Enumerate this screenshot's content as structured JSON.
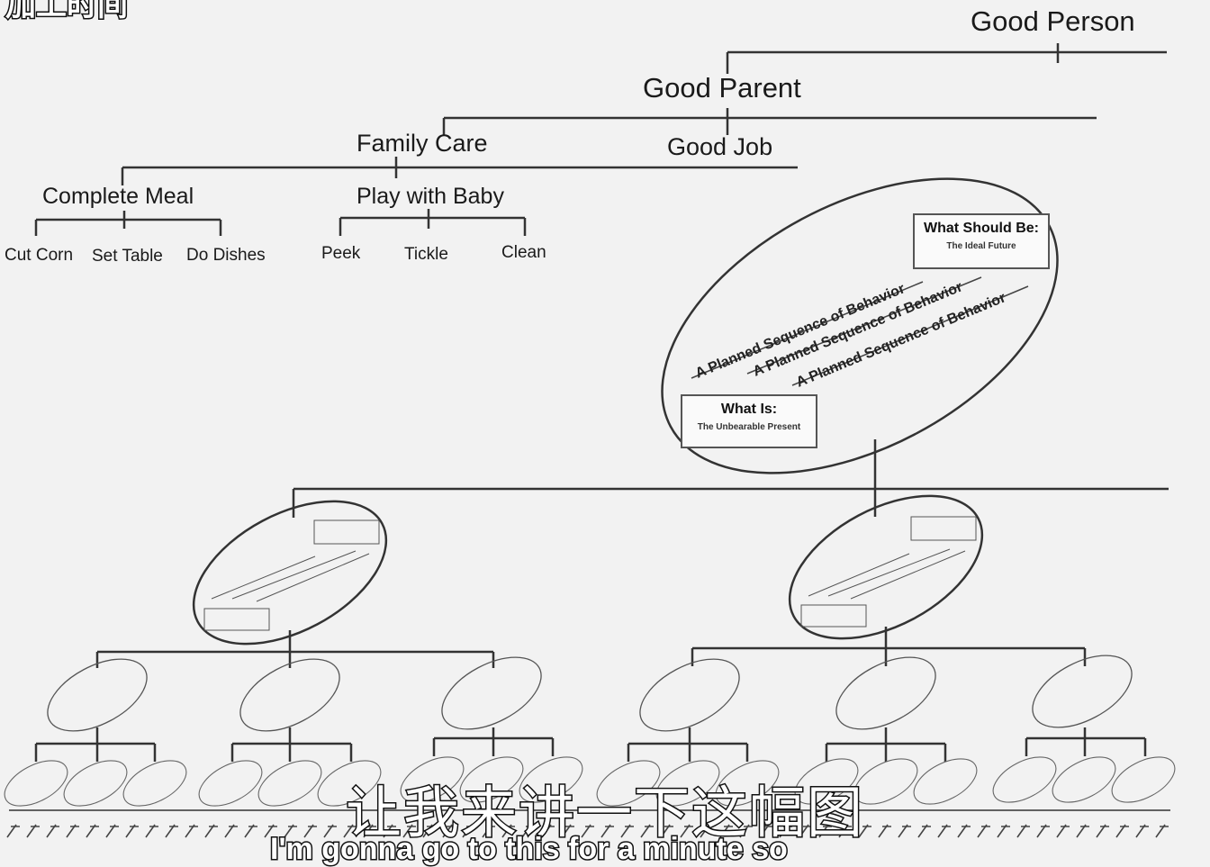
{
  "hierarchy": {
    "good_person": "Good Person",
    "good_parent": "Good Parent",
    "family_care": "Family Care",
    "good_job": "Good Job",
    "complete_meal": "Complete Meal",
    "play_with_baby": "Play with Baby",
    "cut_corn": "Cut Corn",
    "set_table": "Set Table",
    "do_dishes": "Do Dishes",
    "peek": "Peek",
    "tickle": "Tickle",
    "clean": "Clean"
  },
  "big_ellipse": {
    "should_title": "What Should Be:",
    "should_sub": "The Ideal Future",
    "is_title": "What Is:",
    "is_sub": "The Unbearable Present",
    "sequence": "A Planned Sequence of Behavior"
  },
  "overlay": {
    "corner_text": "加工时间",
    "subtitle": "让我来讲一下这幅图",
    "bottom_caption": "I'm gonna go to this for a minute so"
  },
  "colors": {
    "background": "#f2f2f2",
    "lines": "#333333"
  }
}
